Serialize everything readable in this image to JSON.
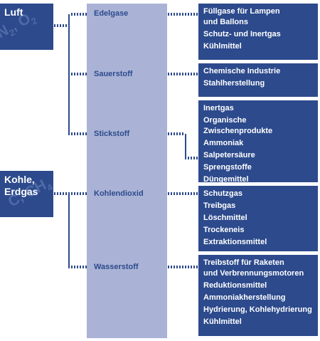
{
  "sources": [
    {
      "id": "luft",
      "title": "Luft",
      "formula": "N2, O2"
    },
    {
      "id": "kohle",
      "title": "Kohle,\nErdgas",
      "formula": "C, CH4"
    }
  ],
  "gases": [
    {
      "id": "edelgase",
      "label": "Edelgase"
    },
    {
      "id": "sauerstoff",
      "label": "Sauerstoff"
    },
    {
      "id": "stickstoff",
      "label": "Stickstoff"
    },
    {
      "id": "kohlendioxid",
      "label": "Kohlendioxid"
    },
    {
      "id": "wasserstoff",
      "label": "Wasserstoff"
    }
  ],
  "uses": [
    {
      "gas": "edelgase",
      "items": [
        "Füllgase für Lampen\nund Ballons",
        "Schutz- und Inertgas",
        "Kühlmittel"
      ]
    },
    {
      "gas": "sauerstoff",
      "items": [
        "Chemische Industrie",
        "Stahlherstellung"
      ]
    },
    {
      "gas": "stickstoff",
      "items": [
        "Inertgas",
        "Organische Zwischenprodukte",
        "Ammoniak",
        "Salpetersäure",
        "Sprengstoffe",
        "Düngemittel"
      ]
    },
    {
      "gas": "kohlendioxid",
      "items": [
        "Schutzgas",
        "Treibgas",
        "Löschmittel",
        "Trockeneis",
        "Extraktionsmittel"
      ]
    },
    {
      "gas": "wasserstoff",
      "items": [
        "Treibstoff für Raketen\nund Verbrennungsmotoren",
        "Reduktionsmittel",
        "Ammoniakherstellung",
        "Hydrierung, Kohlehydrierung",
        "Kühlmittel"
      ]
    }
  ],
  "colors": {
    "box": "#2c4a8c",
    "band": "#aab3d6",
    "connector": "#2c4a8c"
  }
}
